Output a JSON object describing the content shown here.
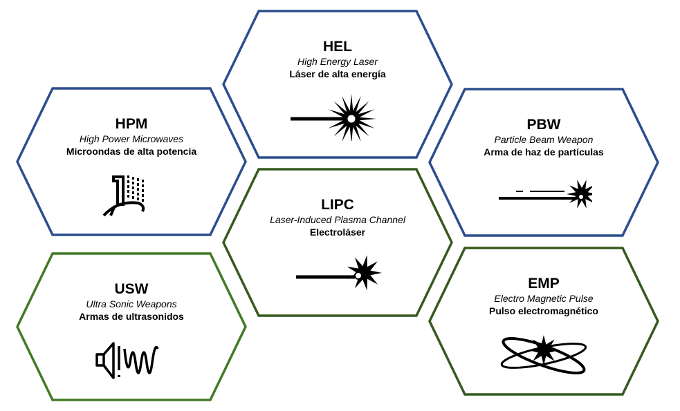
{
  "colors": {
    "blue": "#2b4e8c",
    "green": "#427a24",
    "dark_green": "#355a1e"
  },
  "items": [
    {
      "abbr": "HEL",
      "english": "High Energy Laser",
      "spanish": "Láser de alta energía",
      "icon": "laser-burst-icon",
      "border": "blue"
    },
    {
      "abbr": "HPM",
      "english": "High Power Microwaves",
      "spanish": "Microondas de alta potencia",
      "icon": "microwave-emitter-icon",
      "border": "blue"
    },
    {
      "abbr": "PBW",
      "english": "Particle Beam Weapon",
      "spanish": "Arma de haz de partículas",
      "icon": "particle-beam-icon",
      "border": "blue"
    },
    {
      "abbr": "LIPC",
      "english": "Laser-Induced Plasma Channel",
      "spanish": "Electroláser",
      "icon": "plasma-channel-icon",
      "border": "dark_green"
    },
    {
      "abbr": "USW",
      "english": "Ultra Sonic Weapons",
      "spanish": "Armas de ultrasonidos",
      "icon": "speaker-wave-icon",
      "border": "green"
    },
    {
      "abbr": "EMP",
      "english": "Electro Magnetic Pulse",
      "spanish": "Pulso electromagnético",
      "icon": "emp-orbit-icon",
      "border": "dark_green"
    }
  ]
}
